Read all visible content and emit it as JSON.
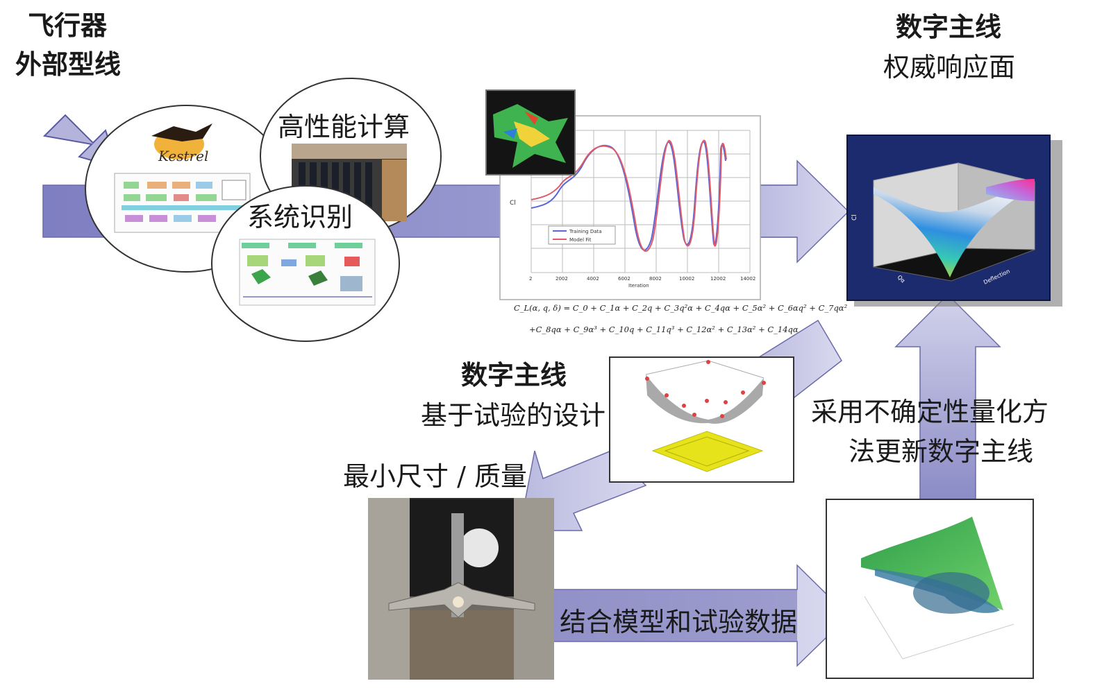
{
  "labels": {
    "aircraft_line1": "飞行器",
    "aircraft_line2": "外部型线",
    "thread_top_title": "数字主线",
    "thread_top_sub": "权威响应面",
    "hpc": "高性能计算",
    "sysid": "系统识别",
    "thread_mid_title": "数字主线",
    "thread_mid_sub": "基于试验的设计",
    "min_size": "最小尺寸 / 质量",
    "uq_line1": "采用不确定性量化方",
    "uq_line2": "法更新数字主线",
    "combine": "结合模型和试验数据"
  },
  "kestrel": {
    "logo_text": "Kestrel"
  },
  "chart": {
    "legend": [
      "Training Data",
      "Model Fit"
    ],
    "ylabel": "Cl",
    "xlabel": "Iteration",
    "xticks": [
      "2",
      "2002",
      "4002",
      "6002",
      "8002",
      "10002",
      "12002",
      "14002"
    ],
    "equation_line1": "C_L(α, q, δ) = C_0 + C_1α + C_2q + C_3q²α + C_4qα + C_5α² + C_6αq² + C_7qα²",
    "equation_line2": "+C_8qα + C_9α³ + C_10q + C_11q³ + C_12α² + C_13α² + C_14qα"
  },
  "surface3d": {
    "zlabel": "Cl",
    "xlabel": "Deflection",
    "ylabel": "Qα"
  },
  "colors": {
    "arrow_fill": "#c9c9e6",
    "arrow_stroke": "#6b6ba8",
    "band_fill": "#8c8cc8",
    "combine_band": "#6f6fb5",
    "surface_bg": "#1c2a6e"
  }
}
